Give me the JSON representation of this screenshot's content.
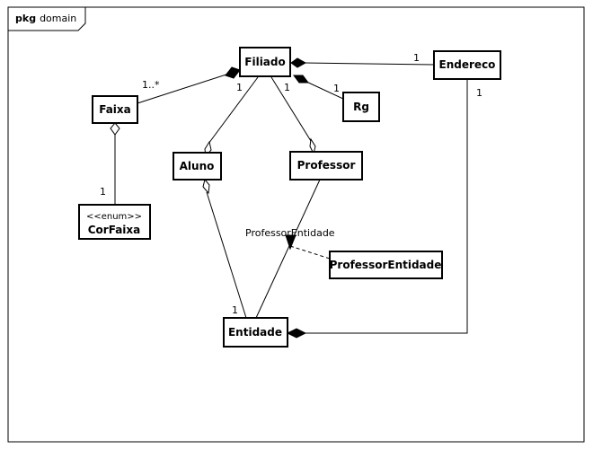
{
  "package": {
    "keyword": "pkg",
    "name": "domain"
  },
  "classes": {
    "filiado": {
      "name": "Filiado"
    },
    "endereco": {
      "name": "Endereco"
    },
    "faixa": {
      "name": "Faixa"
    },
    "rg": {
      "name": "Rg"
    },
    "aluno": {
      "name": "Aluno"
    },
    "professor": {
      "name": "Professor"
    },
    "corfaixa": {
      "name": "CorFaixa",
      "stereotype": "<<enum>>"
    },
    "professorentidade": {
      "name": "ProfessorEntidade"
    },
    "entidade": {
      "name": "Entidade"
    }
  },
  "associations": {
    "filiado_faixa": {
      "mult_faixa": "1..*",
      "mult_filiado": "1"
    },
    "filiado_endereco": {
      "mult_endereco": "1"
    },
    "filiado_rg": {
      "mult_rg": "1"
    },
    "filiado_professor": {
      "mult_filiado": "1"
    },
    "faixa_corfaixa": {
      "mult_corfaixa": "1"
    },
    "endereco_entidade": {
      "mult_endereco": "1"
    },
    "aluno_entidade": {
      "mult_entidade": "1"
    },
    "professor_entidade": {
      "label": "ProfessorEntidade"
    }
  }
}
